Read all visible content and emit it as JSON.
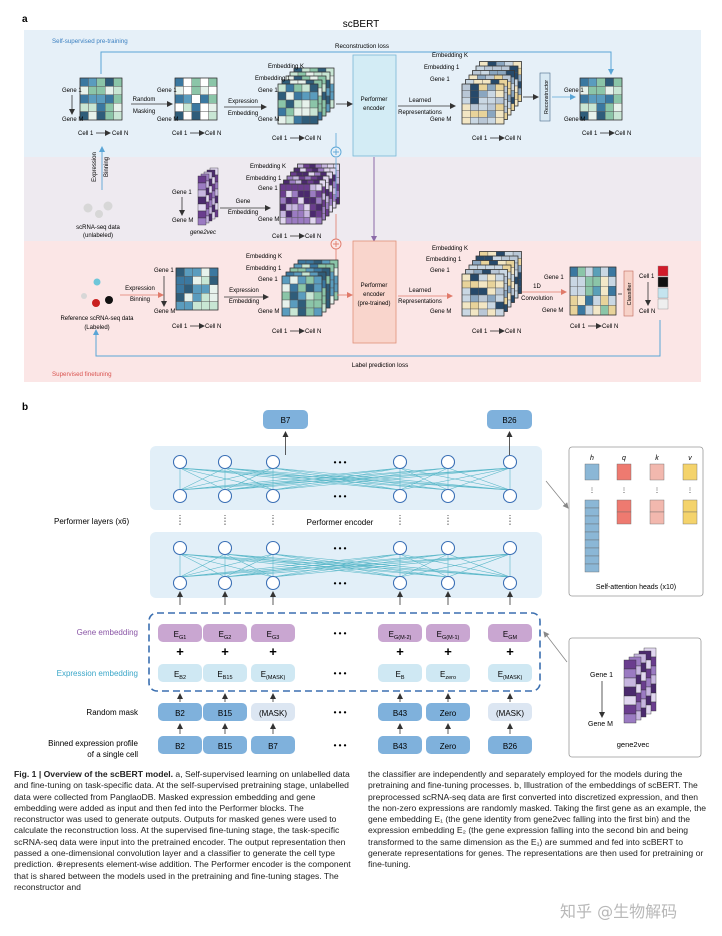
{
  "panel_a": {
    "label": "a",
    "title": "scBERT",
    "pretrain_section_label": "Self-supervised pre-training",
    "reconstruction_loss": "Reconstruction loss",
    "random_masking": [
      "Random",
      "Masking"
    ],
    "expression_embedding": [
      "Expression",
      "Embedding"
    ],
    "embedding_k": "Embedding K",
    "embedding_1": "Embedding 1",
    "gene_1": "Gene 1",
    "gene_m": "Gene M",
    "cell_1": "Cell 1",
    "cell_n": "Cell N",
    "performer_encoder": [
      "Performer",
      "encoder"
    ],
    "learned_representations": [
      "Learned",
      "Representations"
    ],
    "reconstructor": "Reconstructor",
    "expression_binning": [
      "Expression",
      "Binning"
    ],
    "scrna_unlabeled": [
      "scRNA-seq data",
      "(unlabeled)"
    ],
    "gene_embedding": [
      "Gene",
      "Embedding"
    ],
    "gene2vec": "gene2vec",
    "performer_encoder_pretrained": [
      "Performer",
      "encoder",
      "(pre-trained)"
    ],
    "reference_labeled": [
      "Reference scRNA-seq data",
      "(Labeled)"
    ],
    "conv_1d": [
      "1D",
      "Convolution"
    ],
    "classifier": "Classifier",
    "label_prediction_loss": "Label prediction loss",
    "finetune_section_label": "Supervised finetuning"
  },
  "panel_b": {
    "label": "b",
    "performer_layers": "Performer layers (x6)",
    "performer_encoder": "Performer encoder",
    "output_tokens": [
      "B7",
      "B26"
    ],
    "gene_embedding_label": "Gene embedding",
    "expression_embedding_label": "Expression embedding",
    "random_mask_label": "Random mask",
    "binned_profile_label": [
      "Binned expression profile",
      "of a single cell"
    ],
    "ellipsis": "• • •",
    "gene_tokens": [
      {
        "base": "E",
        "sub": "G1"
      },
      {
        "base": "E",
        "sub": "G2"
      },
      {
        "base": "E",
        "sub": "G3"
      },
      {
        "base": "E",
        "sub": "G(M-2)"
      },
      {
        "base": "E",
        "sub": "G(M-1)"
      },
      {
        "base": "E",
        "sub": "GM"
      }
    ],
    "expr_tokens": [
      {
        "base": "E",
        "sub": "B2"
      },
      {
        "base": "E",
        "sub": "B15"
      },
      {
        "base": "E",
        "sub": "(MASK)"
      },
      {
        "base": "E",
        "sub": "B"
      },
      {
        "base": "E",
        "sub": "zero"
      },
      {
        "base": "E",
        "sub": "(MASK)"
      }
    ],
    "mask_tokens": [
      "B2",
      "B15",
      "(MASK)",
      "B43",
      "Zero",
      "(MASK)"
    ],
    "bin_tokens": [
      "B2",
      "B15",
      "B7",
      "B43",
      "Zero",
      "B26"
    ],
    "attention_heads": [
      "h",
      "q",
      "k",
      "v"
    ],
    "attention_label": "Self-attention heads (x10)",
    "gene2vec_label": "gene2vec",
    "gene2vec_gene1": "Gene 1",
    "gene2vec_genem": "Gene M"
  },
  "colors": {
    "pretrain_bg": "#e6f0f8",
    "middle_bg": "#eeeaf0",
    "finetune_bg": "#fbe6e6",
    "pretrain_text": "#3a7fc0",
    "finetune_text": "#d9534f",
    "encoder_pretrain": "#d3ecf5",
    "encoder_finetune": "#f9d5cc",
    "token_blue": "#7fb1dc",
    "token_light": "#dce6f2",
    "gene_emb": "#c9a6d1",
    "expr_emb": "#cfe8f3",
    "layer_bg": "#e2eff8",
    "node_stroke": "#3b70b6",
    "gene_emb_text": "#8a56a6",
    "expr_emb_text": "#3aa6c8"
  },
  "caption": {
    "fig_label": "Fig. 1 | Overview of the scBERT model.",
    "left_rest": " a, Self-supervised learning on unlabelled data and fine-tuning on task-specific data. At the self-supervised pretraining stage, unlabelled data were collected from PanglaoDB. Masked expression embedding and gene embedding were added as input and then fed into the Performer blocks. The reconstructor was used to generate outputs. Outputs for masked genes were used to calculate the reconstruction loss. At the supervised fine-tuning stage, the task-specific scRNA-seq data were input into the pretrained encoder. The output representation then passed a one-dimensional convolution layer and a classifier to generate the cell type prediction. ⊕represents element-wise addition. The Performer encoder is the component that is shared between the models used in the pretraining and fine-tuning stages. The reconstructor and",
    "right": "the classifier are independently and separately employed for the models during the pretraining and fine-tuning processes. b, Illustration of the embeddings of scBERT. The preprocessed scRNA-seq data are first converted into discretized expression, and then the non-zero expressions are randomly masked. Taking the first gene as an example, the gene embedding E₁ (the gene identity from gene2vec falling into the first bin) and the expression embedding E₂ (the gene expression falling into the second bin and being transformed to the same dimension as the E₁) are summed and fed into scBERT to generate representations for genes. The representations are then used for pretraining or fine-tuning."
  },
  "watermark": "知乎 @生物解码"
}
